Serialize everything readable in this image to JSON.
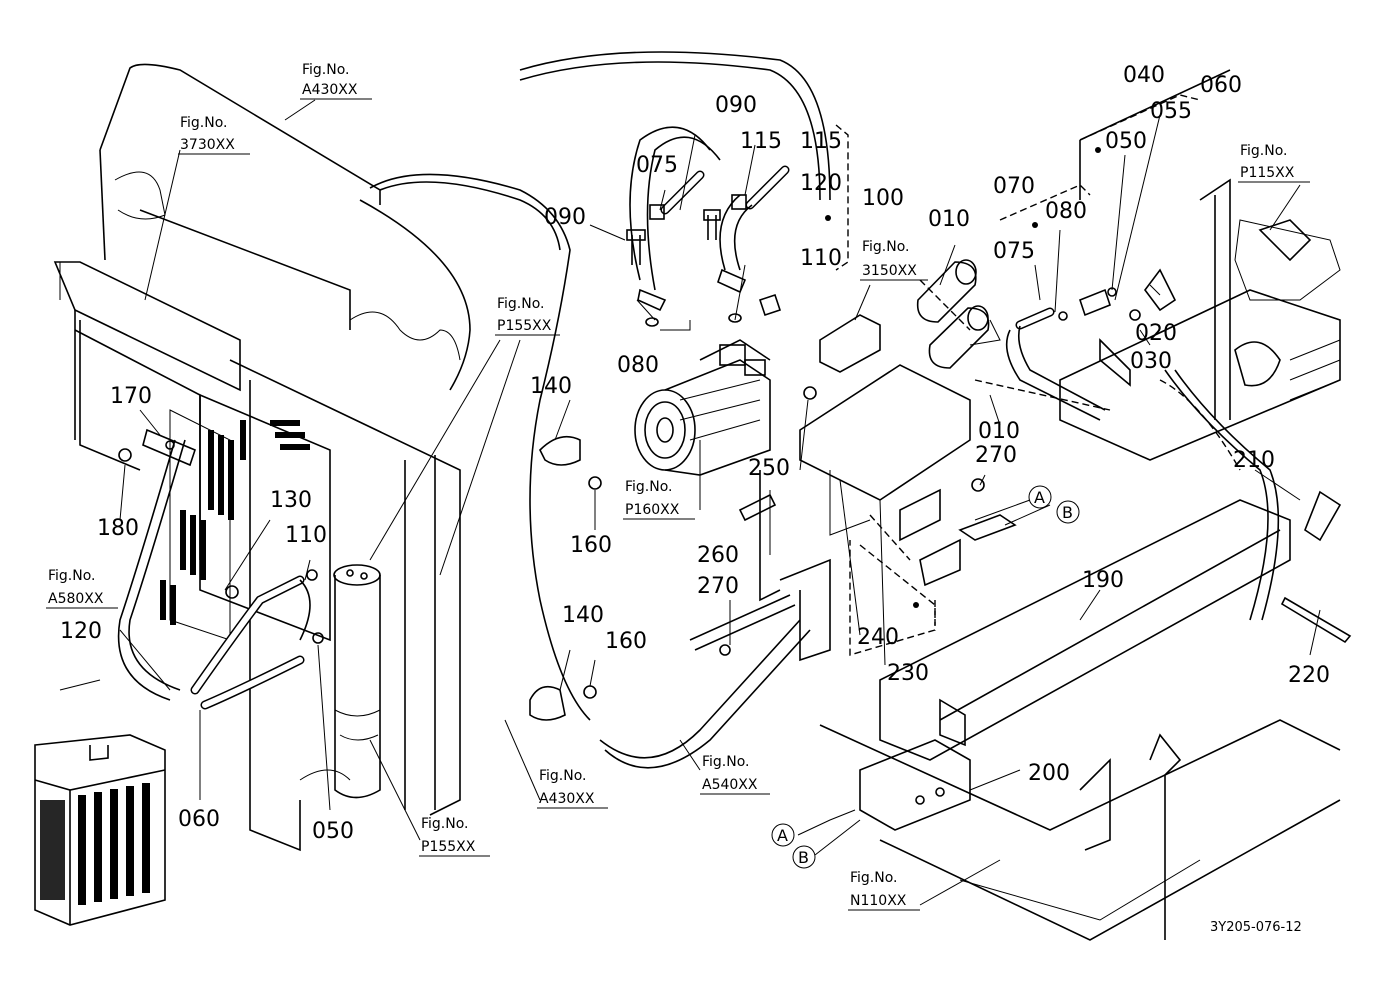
{
  "diagram": {
    "drawing_code": "3Y205-076-12",
    "part_numbers": [
      {
        "id": "p010a",
        "text": "010"
      },
      {
        "id": "p010b",
        "text": "010"
      },
      {
        "id": "p020",
        "text": "020"
      },
      {
        "id": "p030",
        "text": "030"
      },
      {
        "id": "p040",
        "text": "040"
      },
      {
        "id": "p050a",
        "text": "050"
      },
      {
        "id": "p050b",
        "text": "050"
      },
      {
        "id": "p055",
        "text": "055"
      },
      {
        "id": "p060a",
        "text": "060"
      },
      {
        "id": "p060b",
        "text": "060"
      },
      {
        "id": "p070",
        "text": "070"
      },
      {
        "id": "p075a",
        "text": "075"
      },
      {
        "id": "p075b",
        "text": "075"
      },
      {
        "id": "p080a",
        "text": "080"
      },
      {
        "id": "p080b",
        "text": "080"
      },
      {
        "id": "p090a",
        "text": "090"
      },
      {
        "id": "p090b",
        "text": "090"
      },
      {
        "id": "p100",
        "text": "100"
      },
      {
        "id": "p110a",
        "text": "110"
      },
      {
        "id": "p110b",
        "text": "110"
      },
      {
        "id": "p115a",
        "text": "115"
      },
      {
        "id": "p115b",
        "text": "115"
      },
      {
        "id": "p120a",
        "text": "120"
      },
      {
        "id": "p120b",
        "text": "120"
      },
      {
        "id": "p130",
        "text": "130"
      },
      {
        "id": "p140a",
        "text": "140"
      },
      {
        "id": "p140b",
        "text": "140"
      },
      {
        "id": "p160a",
        "text": "160"
      },
      {
        "id": "p160b",
        "text": "160"
      },
      {
        "id": "p170",
        "text": "170"
      },
      {
        "id": "p180",
        "text": "180"
      },
      {
        "id": "p190",
        "text": "190"
      },
      {
        "id": "p200",
        "text": "200"
      },
      {
        "id": "p210",
        "text": "210"
      },
      {
        "id": "p220",
        "text": "220"
      },
      {
        "id": "p230",
        "text": "230"
      },
      {
        "id": "p240",
        "text": "240"
      },
      {
        "id": "p250",
        "text": "250"
      },
      {
        "id": "p260",
        "text": "260"
      },
      {
        "id": "p270a",
        "text": "270"
      },
      {
        "id": "p270b",
        "text": "270"
      }
    ],
    "fig_refs": [
      {
        "id": "f_a430_top",
        "label": "Fig.No.",
        "code": "A430XX"
      },
      {
        "id": "f_3730",
        "label": "Fig.No.",
        "code": "3730XX"
      },
      {
        "id": "f_p155_top",
        "label": "Fig.No.",
        "code": "P155XX"
      },
      {
        "id": "f_3150",
        "label": "Fig.No.",
        "code": "3150XX"
      },
      {
        "id": "f_p115",
        "label": "Fig.No.",
        "code": "P115XX"
      },
      {
        "id": "f_p160",
        "label": "Fig.No.",
        "code": "P160XX"
      },
      {
        "id": "f_a580",
        "label": "Fig.No.",
        "code": "A580XX"
      },
      {
        "id": "f_a430_bot",
        "label": "Fig.No.",
        "code": "A430XX"
      },
      {
        "id": "f_a540",
        "label": "Fig.No.",
        "code": "A540XX"
      },
      {
        "id": "f_p155_bot",
        "label": "Fig.No.",
        "code": "P155XX"
      },
      {
        "id": "f_n110",
        "label": "Fig.No.",
        "code": "N110XX"
      }
    ],
    "connectors": [
      {
        "id": "c_a_top",
        "text": "A"
      },
      {
        "id": "c_b_top",
        "text": "B"
      },
      {
        "id": "c_a_bot",
        "text": "A"
      },
      {
        "id": "c_b_bot",
        "text": "B"
      }
    ]
  }
}
